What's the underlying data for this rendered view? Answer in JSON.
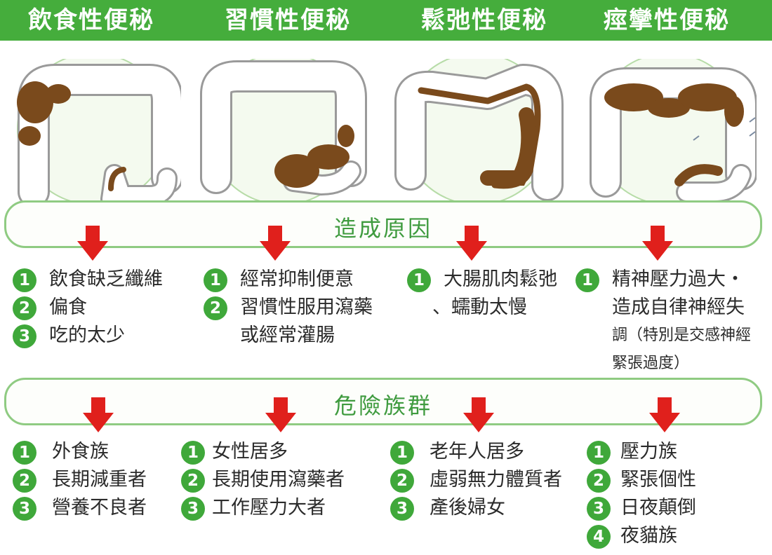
{
  "headers": [
    "飲食性便秘",
    "習慣性便秘",
    "鬆弛性便秘",
    "痙攣性便秘"
  ],
  "colors": {
    "green": "#45ad3c",
    "badge": "#3fa83a",
    "arrow": "#e0201c",
    "stool": "#7a4a1c",
    "band_border": "#8fcb82"
  },
  "colon_illustrations": [
    {
      "icon": "colon-dietary-icon"
    },
    {
      "icon": "colon-habitual-icon"
    },
    {
      "icon": "colon-atonic-icon"
    },
    {
      "icon": "colon-spastic-icon"
    }
  ],
  "causes": {
    "label": "造成原因",
    "columns": [
      {
        "items": [
          {
            "num": "1",
            "text": "飲食缺乏纖維"
          },
          {
            "num": "2",
            "text": "偏食"
          },
          {
            "num": "3",
            "text": "吃的太少"
          }
        ]
      },
      {
        "items": [
          {
            "num": "1",
            "text": "經常抑制便意"
          },
          {
            "num": "2",
            "text": "習慣性服用瀉藥"
          },
          {
            "num": "",
            "text": "或經常灌腸"
          }
        ]
      },
      {
        "items": [
          {
            "num": "1",
            "text": "大腸肌肉鬆弛"
          },
          {
            "num": "",
            "text": "、蠕動太慢"
          }
        ]
      },
      {
        "items": [
          {
            "num": "1",
            "text": "精神壓力過大・"
          },
          {
            "num": "",
            "text": "造成自律神經失"
          },
          {
            "num": "",
            "text": "調（特別是交感神經"
          },
          {
            "num": "",
            "text": "緊張過度）"
          }
        ]
      }
    ]
  },
  "risk_groups": {
    "label": "危險族群",
    "columns": [
      {
        "items": [
          {
            "num": "1",
            "text": "外食族"
          },
          {
            "num": "2",
            "text": "長期減重者"
          },
          {
            "num": "3",
            "text": "營養不良者"
          }
        ]
      },
      {
        "items": [
          {
            "num": "1",
            "text": "女性居多"
          },
          {
            "num": "2",
            "text": "長期使用瀉藥者"
          },
          {
            "num": "3",
            "text": "工作壓力大者"
          }
        ]
      },
      {
        "items": [
          {
            "num": "1",
            "text": "老年人居多"
          },
          {
            "num": "2",
            "text": "虛弱無力體質者"
          },
          {
            "num": "3",
            "text": "產後婦女"
          }
        ]
      },
      {
        "items": [
          {
            "num": "1",
            "text": "壓力族"
          },
          {
            "num": "2",
            "text": "緊張個性"
          },
          {
            "num": "3",
            "text": "日夜顛倒"
          },
          {
            "num": "4",
            "text": "夜貓族"
          }
        ]
      }
    ]
  }
}
